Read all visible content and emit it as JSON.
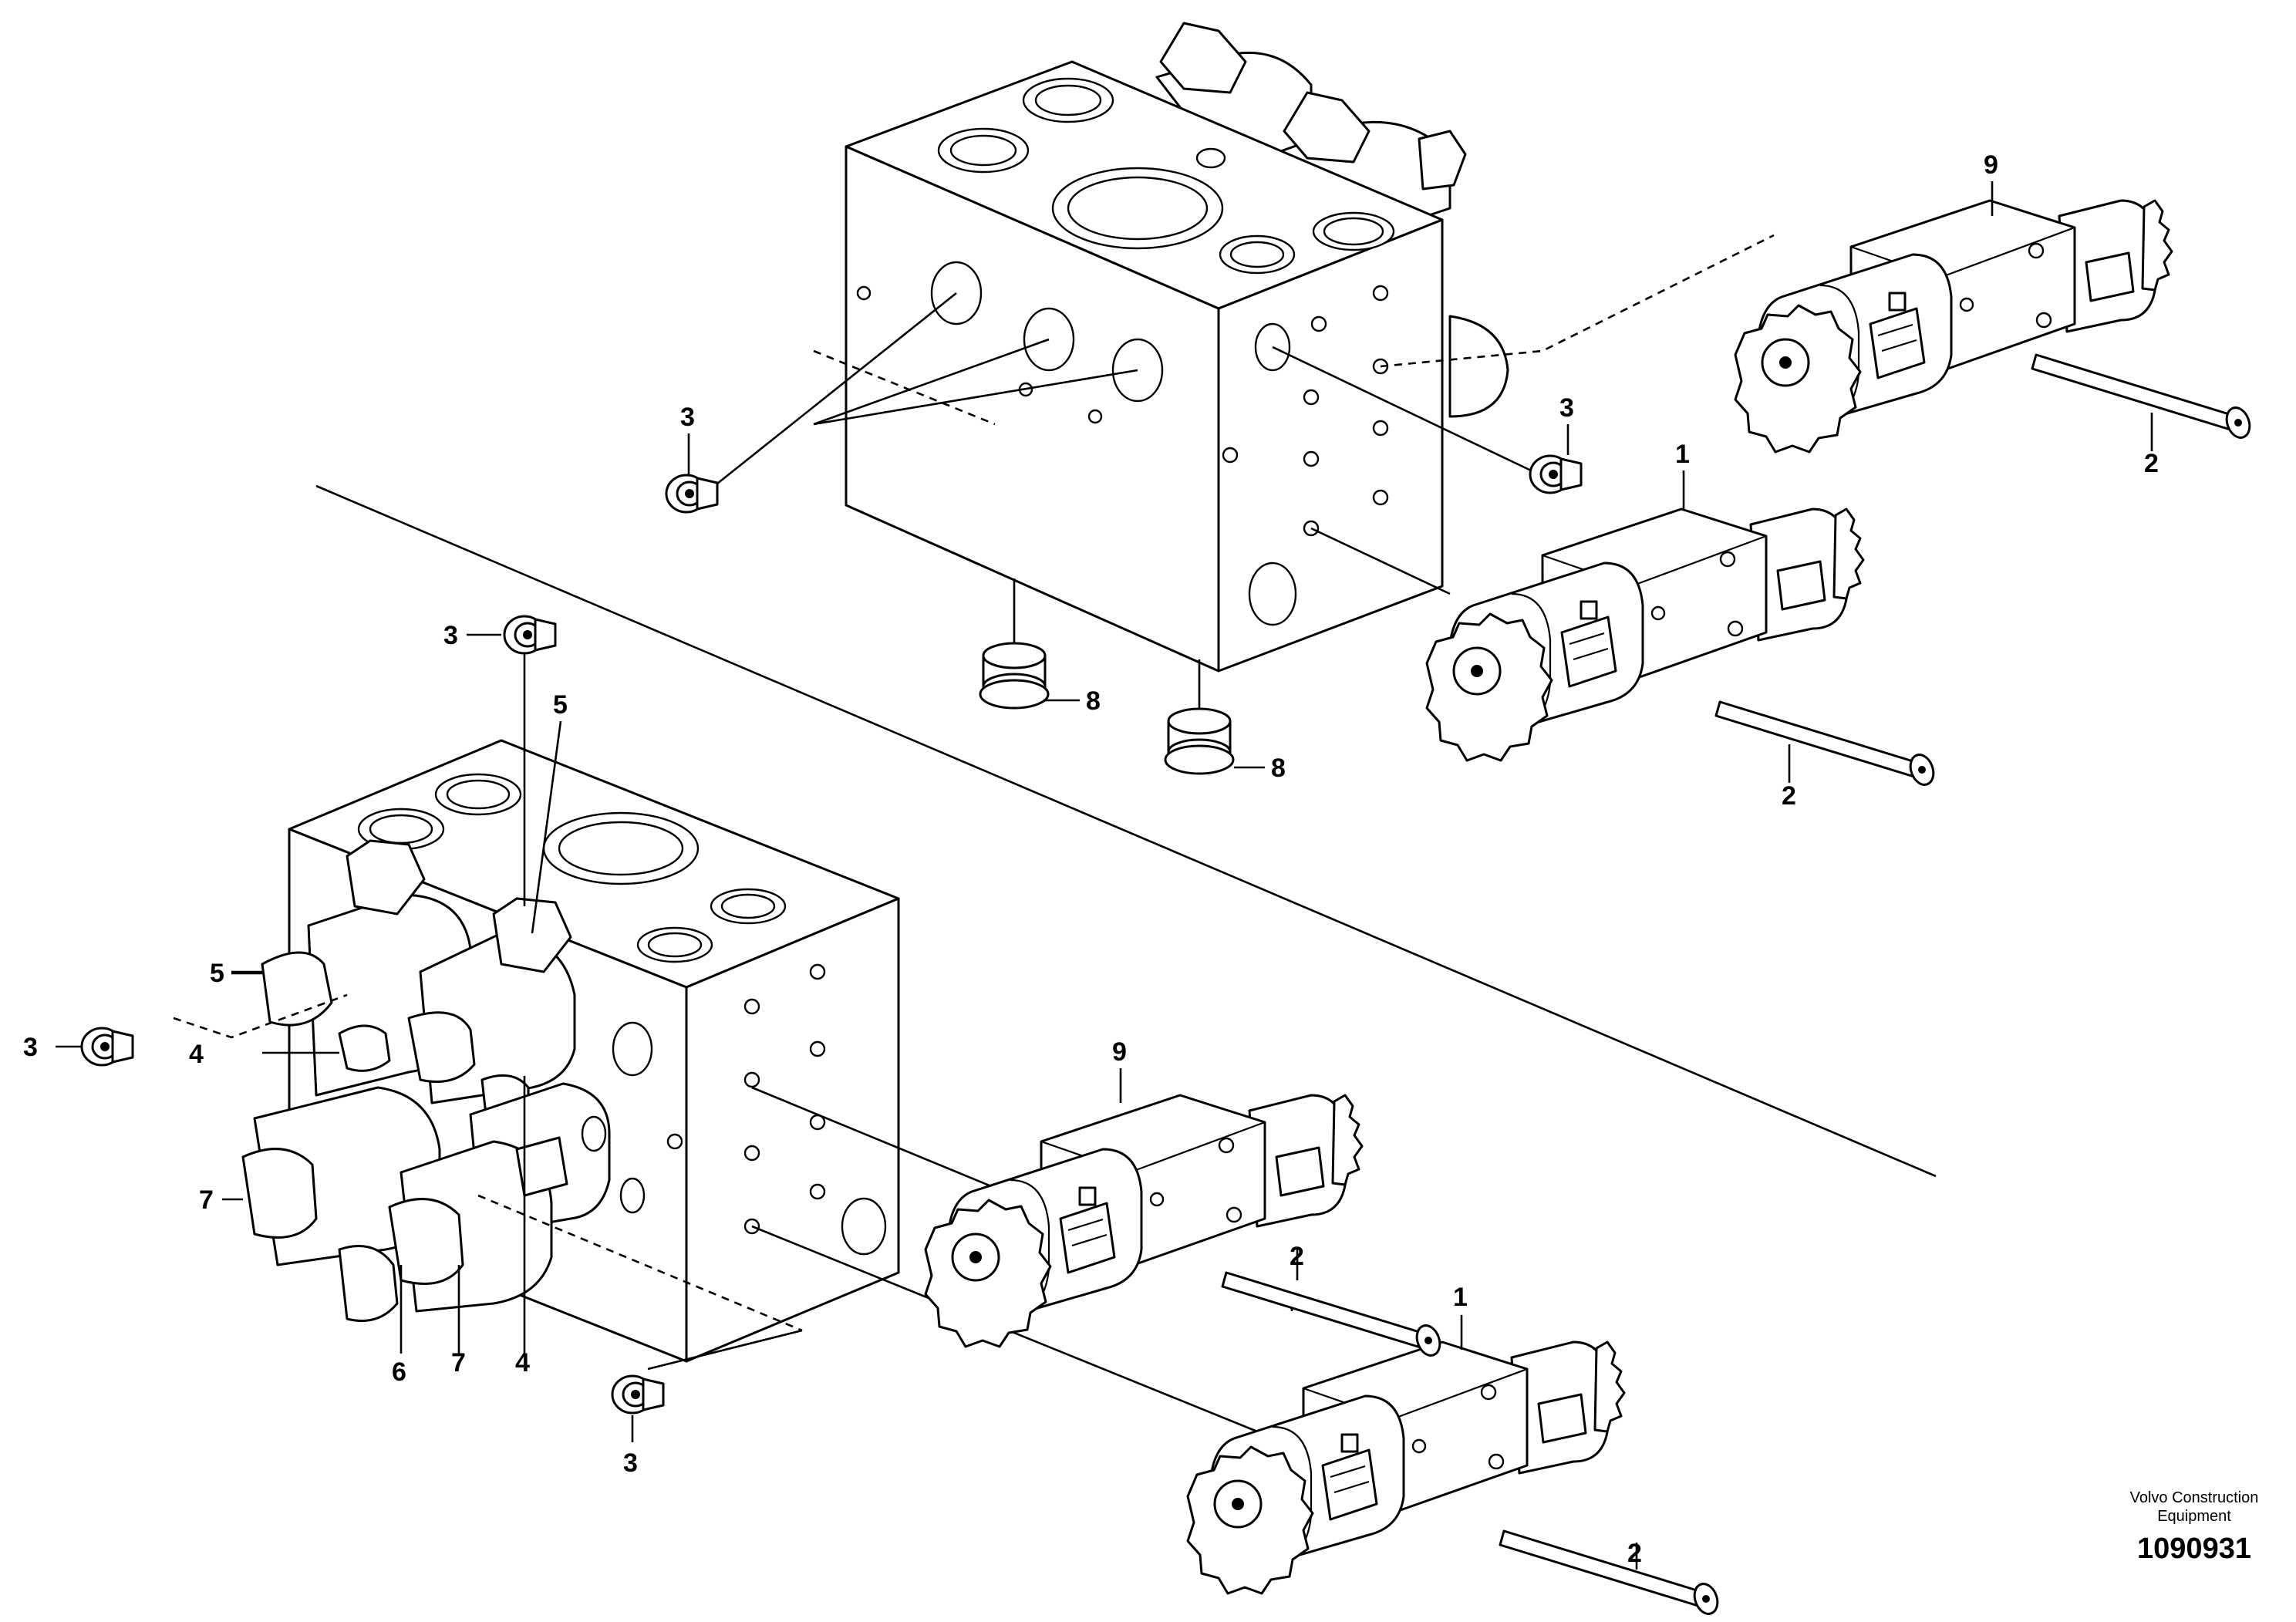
{
  "diagram": {
    "callouts": [
      {
        "id": "c9-top",
        "text": "9"
      },
      {
        "id": "c3-a",
        "text": "3"
      },
      {
        "id": "c3-b",
        "text": "3"
      },
      {
        "id": "c2-a",
        "text": "2"
      },
      {
        "id": "c1-a",
        "text": "1"
      },
      {
        "id": "c8-a",
        "text": "8"
      },
      {
        "id": "c8-b",
        "text": "8"
      },
      {
        "id": "c2-b",
        "text": "2"
      },
      {
        "id": "c3-c",
        "text": "3"
      },
      {
        "id": "c5-a",
        "text": "5"
      },
      {
        "id": "c5-b",
        "text": "5"
      },
      {
        "id": "c3-d",
        "text": "3"
      },
      {
        "id": "c4-a",
        "text": "4"
      },
      {
        "id": "c9-b",
        "text": "9"
      },
      {
        "id": "c7-a",
        "text": "7"
      },
      {
        "id": "c2-c",
        "text": "2"
      },
      {
        "id": "c6-a",
        "text": "6"
      },
      {
        "id": "c7-b",
        "text": "7"
      },
      {
        "id": "c4-b",
        "text": "4"
      },
      {
        "id": "c1-b",
        "text": "1"
      },
      {
        "id": "c3-e",
        "text": "3"
      },
      {
        "id": "c2-d",
        "text": "2"
      }
    ]
  },
  "footer": {
    "brand_line1": "Volvo Construction",
    "brand_line2": "Equipment",
    "part_number": "1090931"
  }
}
